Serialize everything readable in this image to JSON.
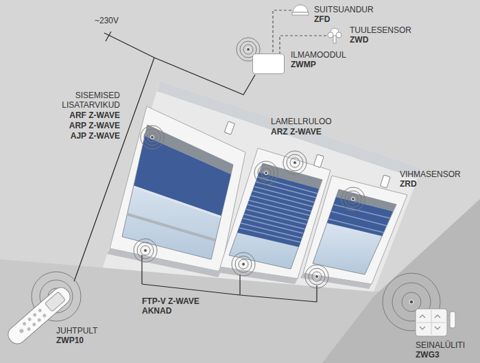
{
  "diagram": {
    "nodes": [
      {
        "text": [
          "SUITSUANDUR",
          "ZFD"
        ]
      },
      {
        "text": [
          "TUULESENSOR",
          "ZWD"
        ]
      },
      {
        "text": [
          "ILMAMOODUL",
          "ZWMP"
        ]
      },
      {
        "text": [
          "JUHTPULT",
          "ZWP10"
        ]
      },
      {
        "text": [
          "SEINALÜLITI",
          "ZWG3"
        ]
      }
    ],
    "edges": [
      {
        "from": 0,
        "to": 2,
        "arrow": "none"
      },
      {
        "from": 1,
        "to": 2,
        "arrow": "none"
      }
    ],
    "labels": [
      "~230V",
      "SISEMISED LISATARVIKUD",
      "ARF Z-WAVE",
      "ARP Z-WAVE",
      "AJP Z-WAVE",
      "LAMELLRULOO",
      "ARZ Z-WAVE",
      "VIHMASENSOR",
      "ZRD",
      "FTP-V Z-WAVE AKNAD"
    ]
  }
}
